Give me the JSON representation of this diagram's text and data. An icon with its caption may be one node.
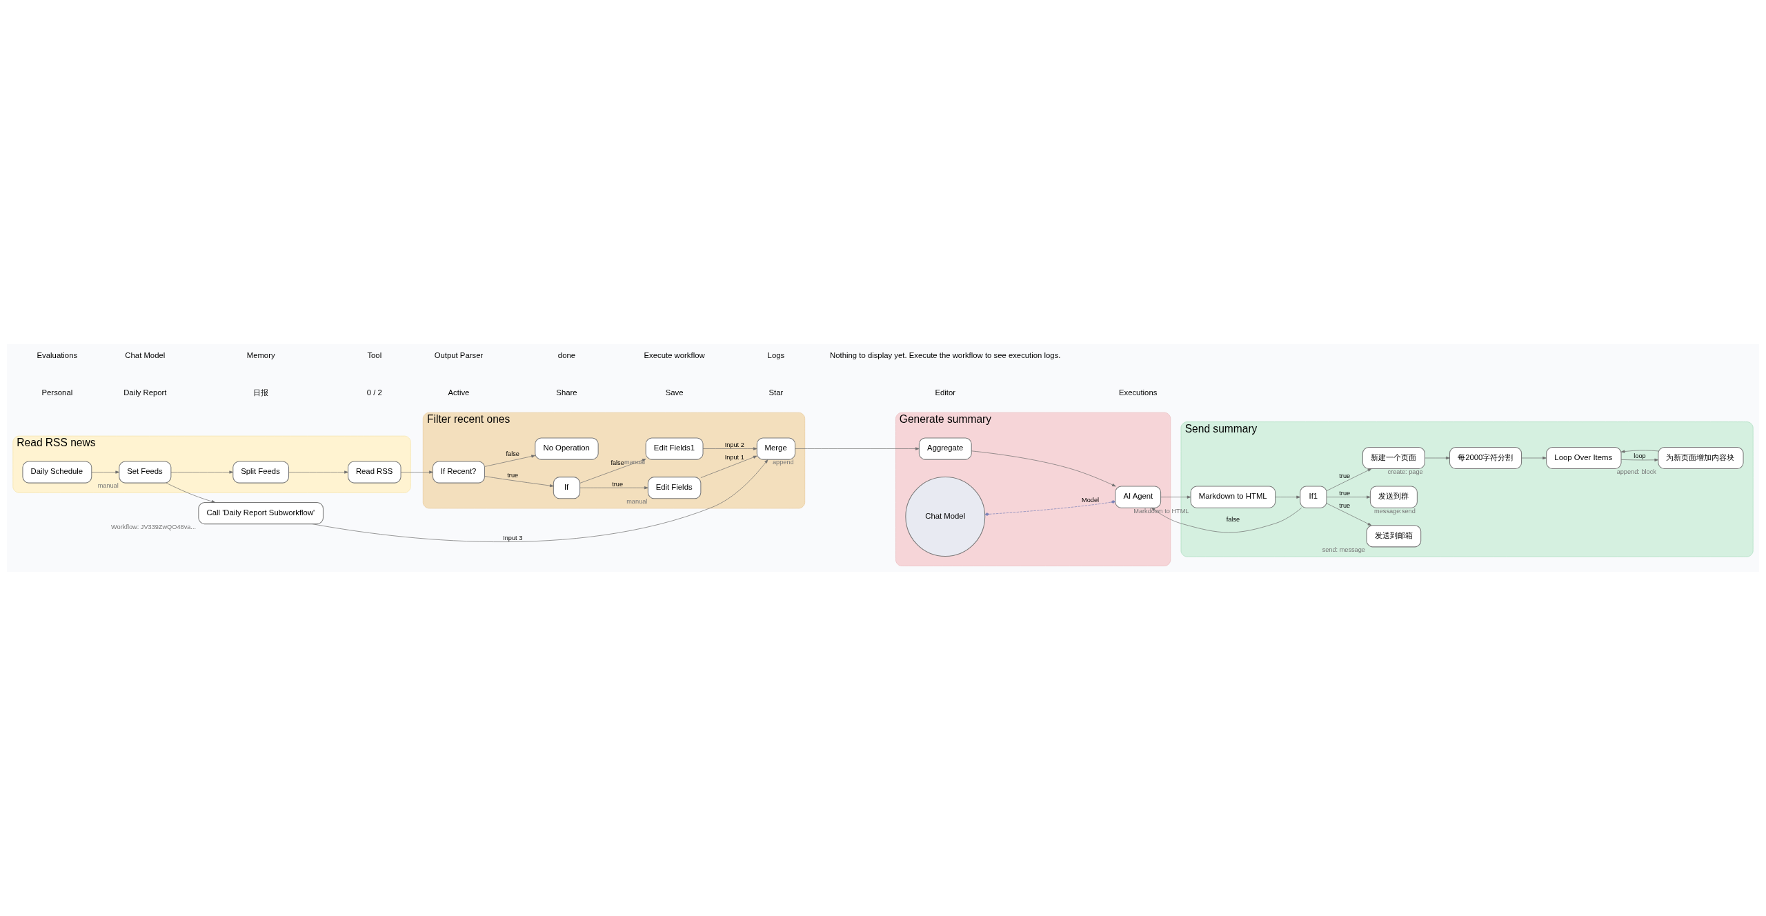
{
  "diagram": {
    "nodes": [
      {
        "text": [
          "Read RSS news"
        ]
      },
      {
        "text": [
          "Daily Schedule"
        ],
        "in": 0
      },
      {
        "text": [
          "Set Feeds"
        ],
        "beside": [
          "manual"
        ],
        "in": 0
      },
      {
        "text": [
          "Split Feeds"
        ],
        "in": 0
      },
      {
        "text": [
          "Read RSS"
        ],
        "in": 0
      },
      {
        "text": [
          "Filter recent ones"
        ]
      },
      {
        "text": [
          "If Recent?"
        ],
        "in": 5
      },
      {
        "text": [
          "If"
        ],
        "in": 5
      },
      {
        "text": [
          "No Operation"
        ],
        "in": 5
      },
      {
        "text": [
          "Edit Fields"
        ],
        "beside": [
          "manual"
        ],
        "in": 5
      },
      {
        "text": [
          "Edit Fields1"
        ],
        "beside": [
          "manual"
        ],
        "in": 5
      },
      {
        "text": [
          "Merge"
        ],
        "beside": [
          "append"
        ],
        "in": 5
      },
      {
        "text": [
          "Call 'Daily Report Subworkflow'"
        ],
        "beside": [
          "Workflow: JV339ZwQO48va..."
        ]
      },
      {
        "text": [
          "Generate summary"
        ]
      },
      {
        "text": [
          "Aggregate"
        ],
        "in": 13
      },
      {
        "text": [
          "AI Agent"
        ],
        "in": 13
      },
      {
        "text": [
          "Chat Model"
        ],
        "in": 13
      },
      {
        "text": [
          "Send summary"
        ]
      },
      {
        "text": [
          "Markdown to HTML"
        ],
        "beside": [
          "Markdown to HTML"
        ],
        "in": 17
      },
      {
        "text": [
          "If1"
        ],
        "in": 17
      },
      {
        "text": [
          "发送到邮箱"
        ],
        "beside": [
          "send: message"
        ],
        "in": 17
      },
      {
        "text": [
          "发送到群"
        ],
        "beside": [
          "message:send"
        ],
        "in": 17
      },
      {
        "text": [
          "新建一个页面"
        ],
        "beside": [
          "create: page"
        ],
        "in": 17
      },
      {
        "text": [
          "每2000字符分割"
        ],
        "in": 17
      },
      {
        "text": [
          "Loop Over Items"
        ],
        "in": 17
      },
      {
        "text": [
          "为新页面增加内容块"
        ],
        "beside": [
          "append: block"
        ],
        "in": 17
      }
    ],
    "edges": [
      {
        "from": 1,
        "to": 2,
        "arrow": "to"
      },
      {
        "from": 2,
        "to": 3,
        "arrow": "to"
      },
      {
        "from": 2,
        "to": 12,
        "arrow": "to"
      },
      {
        "from": 3,
        "to": 4,
        "arrow": "to"
      },
      {
        "from": 4,
        "to": 6,
        "arrow": "to"
      },
      {
        "from": 6,
        "to": 7,
        "arrow": "to",
        "label": "true"
      },
      {
        "from": 6,
        "to": 8,
        "arrow": "to",
        "label": "false"
      },
      {
        "from": 7,
        "to": 9,
        "arrow": "to",
        "label": "true"
      },
      {
        "from": 7,
        "to": 10,
        "arrow": "to",
        "label": "false"
      },
      {
        "from": 9,
        "to": 11,
        "arrow": "to",
        "label": "Input 1"
      },
      {
        "from": 10,
        "to": 11,
        "arrow": "to",
        "label": "Input 2"
      },
      {
        "from": 12,
        "to": 11,
        "arrow": "to",
        "label": "Input 3"
      },
      {
        "from": 11,
        "to": 14,
        "arrow": "to"
      },
      {
        "from": 14,
        "to": 15,
        "arrow": "to"
      },
      {
        "from": 16,
        "to": 15,
        "arrow": "other",
        "label": "Model",
        "style": "dashed",
        "color": "#7b82b8"
      },
      {
        "from": 15,
        "to": 18,
        "arrow": "to"
      },
      {
        "from": 18,
        "to": 19,
        "arrow": "to"
      },
      {
        "from": 19,
        "to": 20,
        "arrow": "to",
        "label": "true"
      },
      {
        "from": 19,
        "to": 21,
        "arrow": "to",
        "label": "true"
      },
      {
        "from": 19,
        "to": 22,
        "arrow": "to",
        "label": "true"
      },
      {
        "from": 19,
        "to": 15,
        "arrow": "to",
        "label": "false"
      },
      {
        "from": 22,
        "to": 23,
        "arrow": "to"
      },
      {
        "from": 23,
        "to": 24,
        "arrow": "to"
      },
      {
        "from": 24,
        "to": 25,
        "arrow": "to",
        "label": "loop"
      },
      {
        "from": 25,
        "to": 24,
        "arrow": "to"
      }
    ],
    "labels": [
      "Personal",
      "Daily Report",
      "日报",
      "0 / 2",
      "Active",
      "Share",
      "Save",
      "Star",
      "Editor",
      "Executions",
      "Evaluations",
      "Chat Model",
      "Memory",
      "Tool",
      "Output Parser",
      "done",
      "Execute workflow",
      "Logs",
      "Nothing to display yet. Execute the workflow to see execution logs."
    ]
  }
}
